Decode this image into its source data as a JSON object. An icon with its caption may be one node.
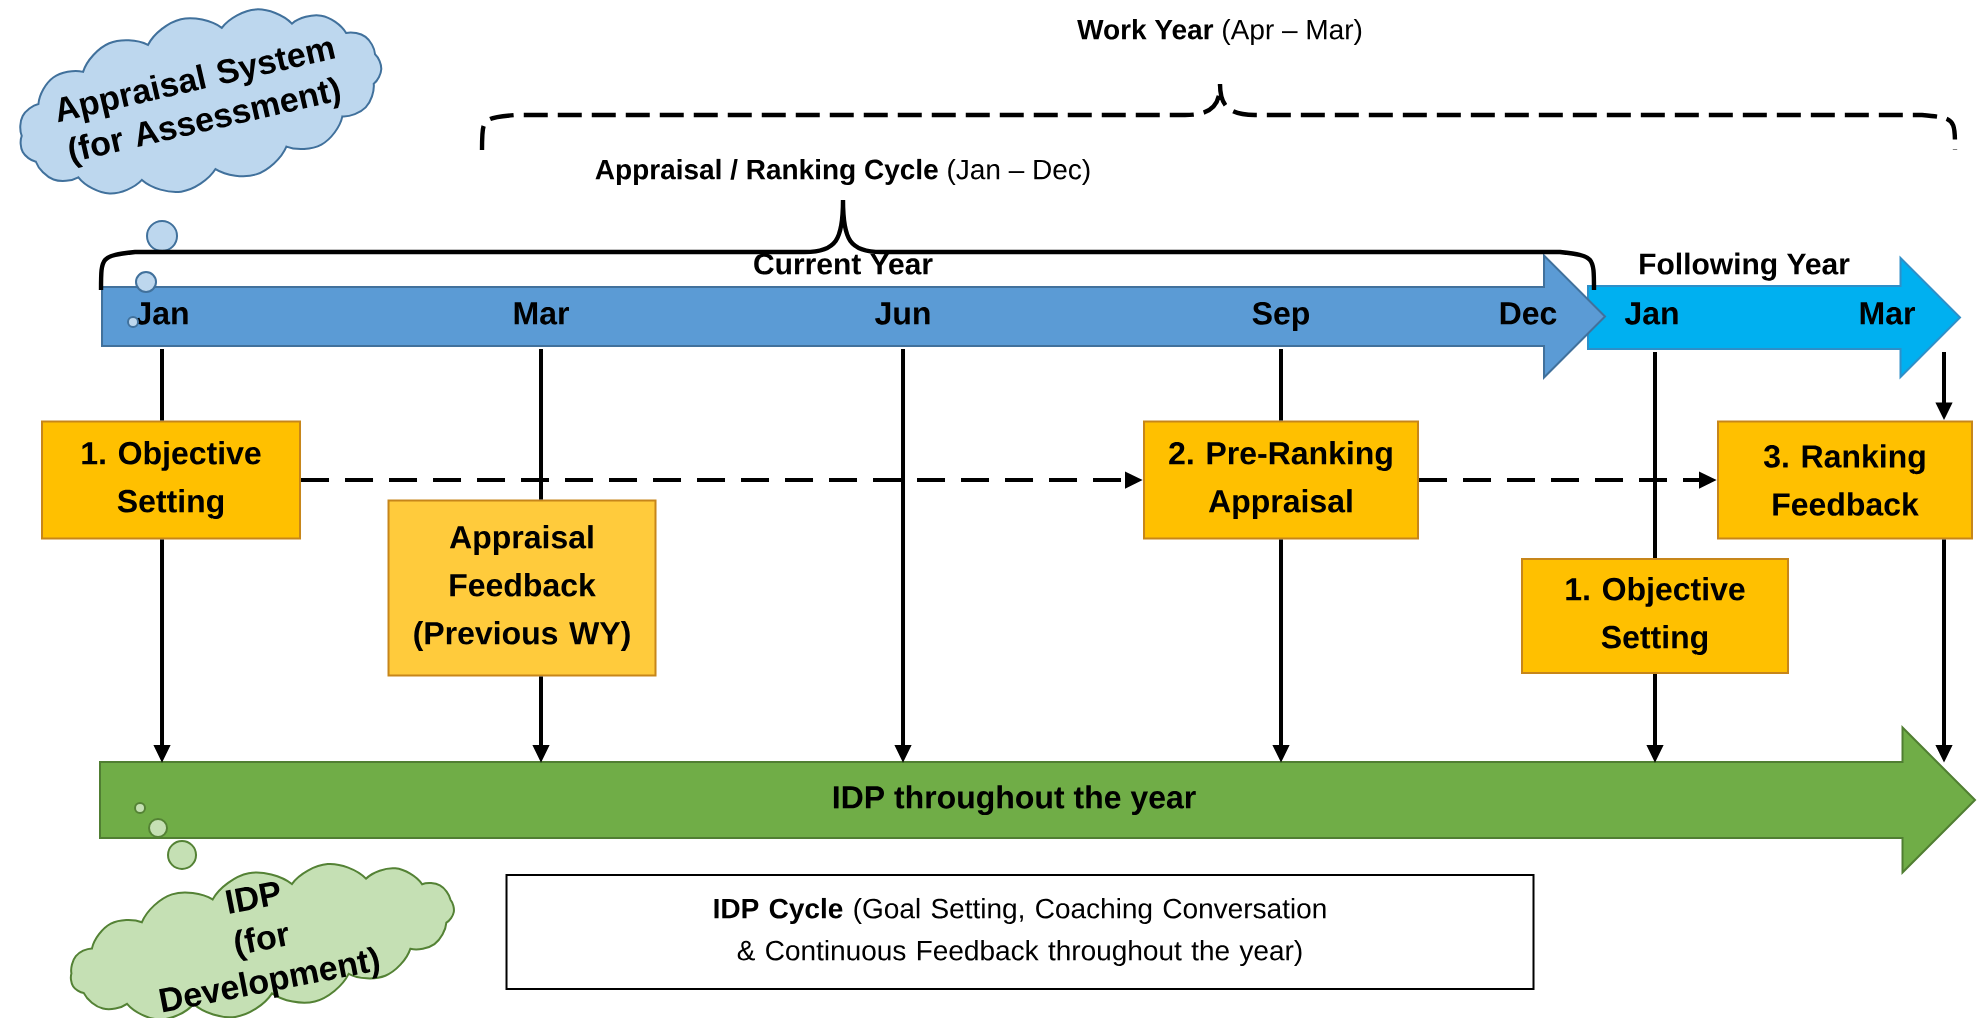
{
  "diagram": {
    "nodes": [
      {
        "text": [
          "Appraisal System (for Assessment)"
        ]
      },
      {
        "text": [
          "Current Year",
          "Jan",
          "Mar",
          "Jun",
          "Sep",
          "Dec"
        ]
      },
      {
        "text": [
          "Following Year",
          "Jan",
          "Mar"
        ]
      },
      {
        "text": [
          "1. Objective Setting"
        ]
      },
      {
        "text": [
          "Appraisal Feedback (Previous WY)"
        ]
      },
      {
        "text": [
          "2. Pre-Ranking Appraisal"
        ]
      },
      {
        "text": [
          "1. Objective Setting"
        ]
      },
      {
        "text": [
          "3. Ranking Feedback"
        ]
      },
      {
        "text": [
          "IDP throughout the year"
        ]
      },
      {
        "text": [
          "IDP",
          "(for Development)"
        ]
      },
      {
        "text": [
          "**IDP Cycle** (Goal Setting, Coaching Conversation & Continuous Feedback throughout the year)"
        ]
      }
    ],
    "edges": [
      {
        "from": 1,
        "to": 3,
        "arrow": "none"
      },
      {
        "from": 3,
        "to": 8,
        "arrow": "to"
      },
      {
        "from": 1,
        "to": 4,
        "arrow": "none"
      },
      {
        "from": 4,
        "to": 8,
        "arrow": "to"
      },
      {
        "from": 1,
        "to": 8,
        "arrow": "to"
      },
      {
        "from": 1,
        "to": 5,
        "arrow": "none"
      },
      {
        "from": 5,
        "to": 8,
        "arrow": "to"
      },
      {
        "from": 2,
        "to": 6,
        "arrow": "none"
      },
      {
        "from": 6,
        "to": 8,
        "arrow": "to"
      },
      {
        "from": 2,
        "to": 7,
        "arrow": "to"
      },
      {
        "from": 7,
        "to": 8,
        "arrow": "to"
      },
      {
        "from": 3,
        "to": 5,
        "arrow": "to",
        "style": "dashed"
      },
      {
        "from": 5,
        "to": 7,
        "arrow": "to",
        "style": "dashed"
      }
    ],
    "labels": [
      "**Work Year** (Apr – Mar)",
      "**Appraisal / Ranking Cycle** (Jan – Dec)"
    ]
  }
}
